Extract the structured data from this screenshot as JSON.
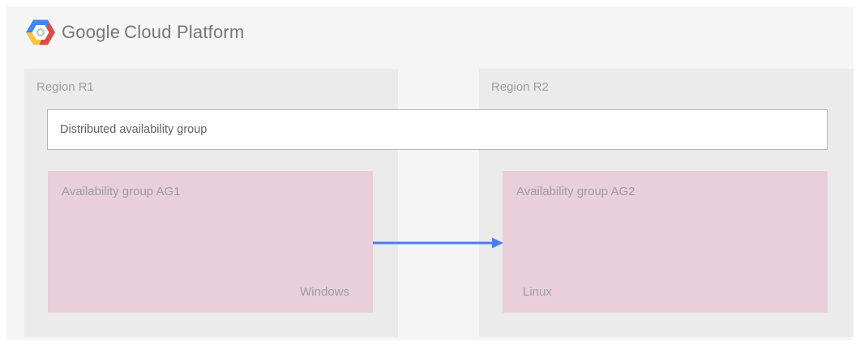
{
  "header": {
    "logo_icon": "gcp-hexagon-logo",
    "brand": {
      "primary": "Google",
      "secondary": "Cloud Platform"
    }
  },
  "diagram": {
    "distributed_group_label": "Distributed availability group",
    "regions": [
      {
        "label": "Region R1",
        "group": {
          "label": "Availability group AG1",
          "platform": "Windows"
        }
      },
      {
        "label": "Region R2",
        "group": {
          "label": "Availability group AG2",
          "platform": "Linux"
        }
      }
    ],
    "arrow": {
      "from": "Availability group AG1",
      "to": "Availability group AG2",
      "direction": "left-to-right"
    }
  },
  "colors": {
    "page_bg": "#ffffff",
    "panel_bg": "#f5f5f5",
    "region_bg": "#ebebeb",
    "availability_group_bg": "#e8cfda",
    "distributed_box_border": "#b3b3b3",
    "arrow_blue": "#4a7cf2",
    "muted_text": "#9e9e9e",
    "dark_text": "#5f6368",
    "brand_text": "#767677",
    "logo_blue": "#4285f4",
    "logo_red": "#dc4e41",
    "logo_yellow": "#f9c33c"
  }
}
